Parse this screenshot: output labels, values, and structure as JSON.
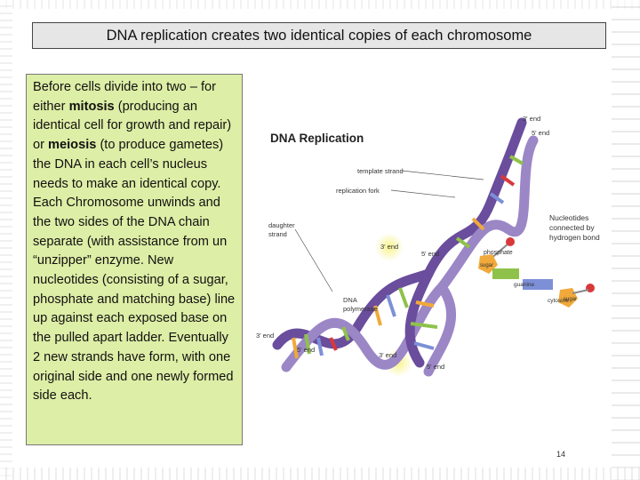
{
  "slide": {
    "title": "DNA replication creates two identical copies of each chromosome",
    "body": {
      "p1_a": "Before cells divide into two – for either ",
      "p1_b": "mitosis",
      "p1_c": " (producing an identical cell for growth and repair) or ",
      "p1_d": "meiosis",
      "p1_e": " (to produce gametes) the DNA in each cell’s nucleus needs to make an identical copy.",
      "p2": "Each Chromosome unwinds and the two sides of the DNA chain separate (with assistance from un “unzipper” enzyme. New nucleotides (consisting of a sugar, phosphate and matching base) line up against each exposed base on the pulled apart ladder. Eventually 2 new strands have form, with one original side and one newly formed side each."
    },
    "page_number": "14"
  },
  "figure": {
    "title": "DNA Replication",
    "labels": {
      "three_end_top": "3' end",
      "five_end_top": "5' end",
      "template_strand": "template strand",
      "replication_fork": "replication fork",
      "daughter_strand_1": "daughter",
      "daughter_strand_2": "strand",
      "three_end_mid": "3' end",
      "five_end_mid": "5' end",
      "dna_polymerase_1": "DNA",
      "dna_polymerase_2": "polymerase",
      "three_end_left": "3' end",
      "five_end_left": "5' end",
      "three_end_bottom": "3' end",
      "five_end_bottom": "5' end",
      "nucleotides_1": "Nucleotides",
      "nucleotides_2": "connected by",
      "nucleotides_3": "hydrogen bond",
      "phosphate": "phosphate",
      "sugar_1": "sugar",
      "guanine": "guanine",
      "cytosine": "cytosine",
      "sugar_2": "sugar"
    },
    "colors": {
      "strand": "#6a4d9c",
      "strand_light": "#9b86c6",
      "highlight": "#f4ef7a",
      "sugar": "#f0a93a",
      "guanine": "#8fc24a",
      "cytosine": "#7d8fd6",
      "phosphate": "#d9383a"
    }
  }
}
